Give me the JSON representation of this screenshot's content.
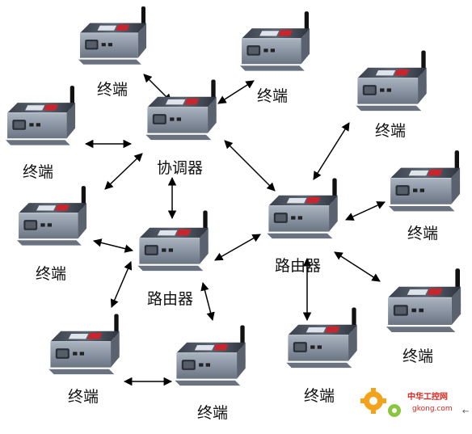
{
  "labels": {
    "coordinator": "协调器",
    "router": "路由器",
    "terminal": "终端"
  },
  "watermark": {
    "name": "中华工控网",
    "url": "gkong.com",
    "mark": "←"
  },
  "colors": {
    "device_body": "#8c97a6",
    "device_dark": "#2b3038",
    "brand_red": "#c8262c",
    "antenna": "#111111",
    "arrow": "#000000",
    "watermark_gear": "#f3a21c",
    "watermark_text": "#d9261c"
  }
}
